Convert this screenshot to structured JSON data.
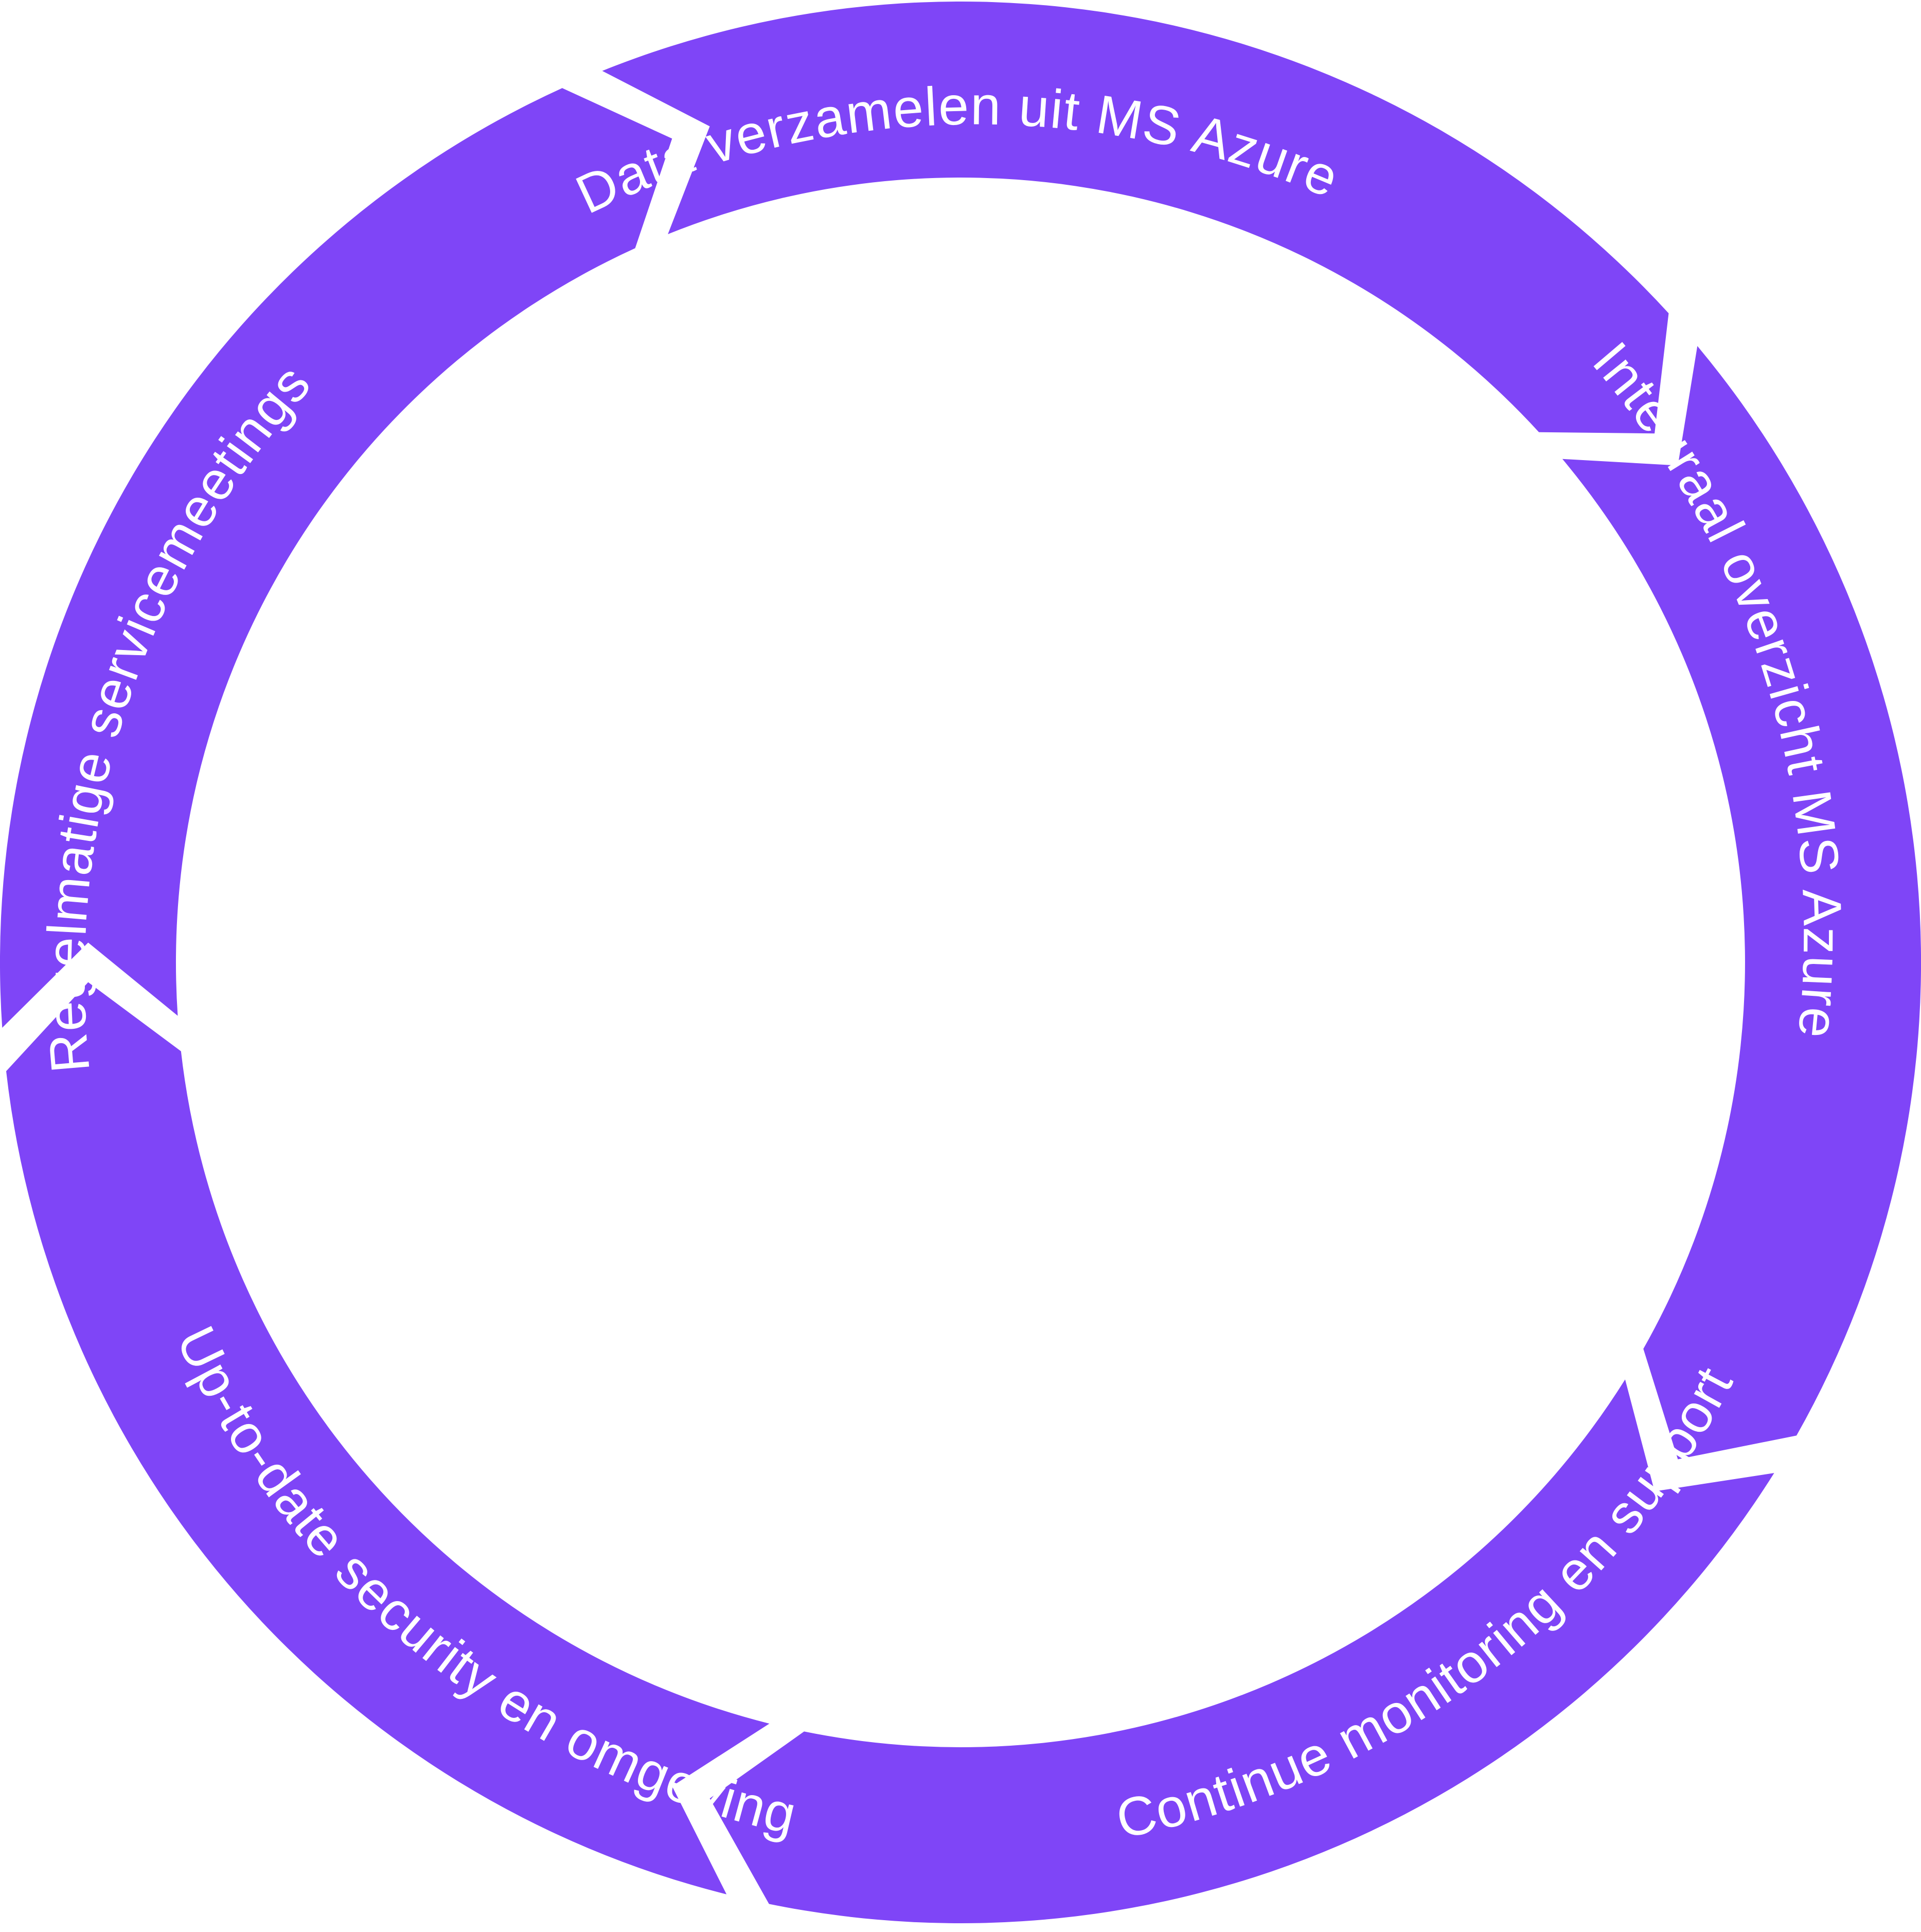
{
  "diagram": {
    "colors": {
      "segment_fill": "#7f45f7",
      "label_color": "#ffffff",
      "background": "#ffffff"
    },
    "segments": [
      {
        "id": "data-verzamelen",
        "label": "Data verzamelen uit MS Azure"
      },
      {
        "id": "integraal-overzicht",
        "label": "Integraal overzicht MS Azure"
      },
      {
        "id": "continue-monitoring",
        "label": "Continue monitoring en support"
      },
      {
        "id": "up-to-date-security",
        "label": "Up-to-date security en omgeving"
      },
      {
        "id": "regelmatige-servicemeetings",
        "label": "Regelmatige servicemeetings"
      }
    ]
  }
}
